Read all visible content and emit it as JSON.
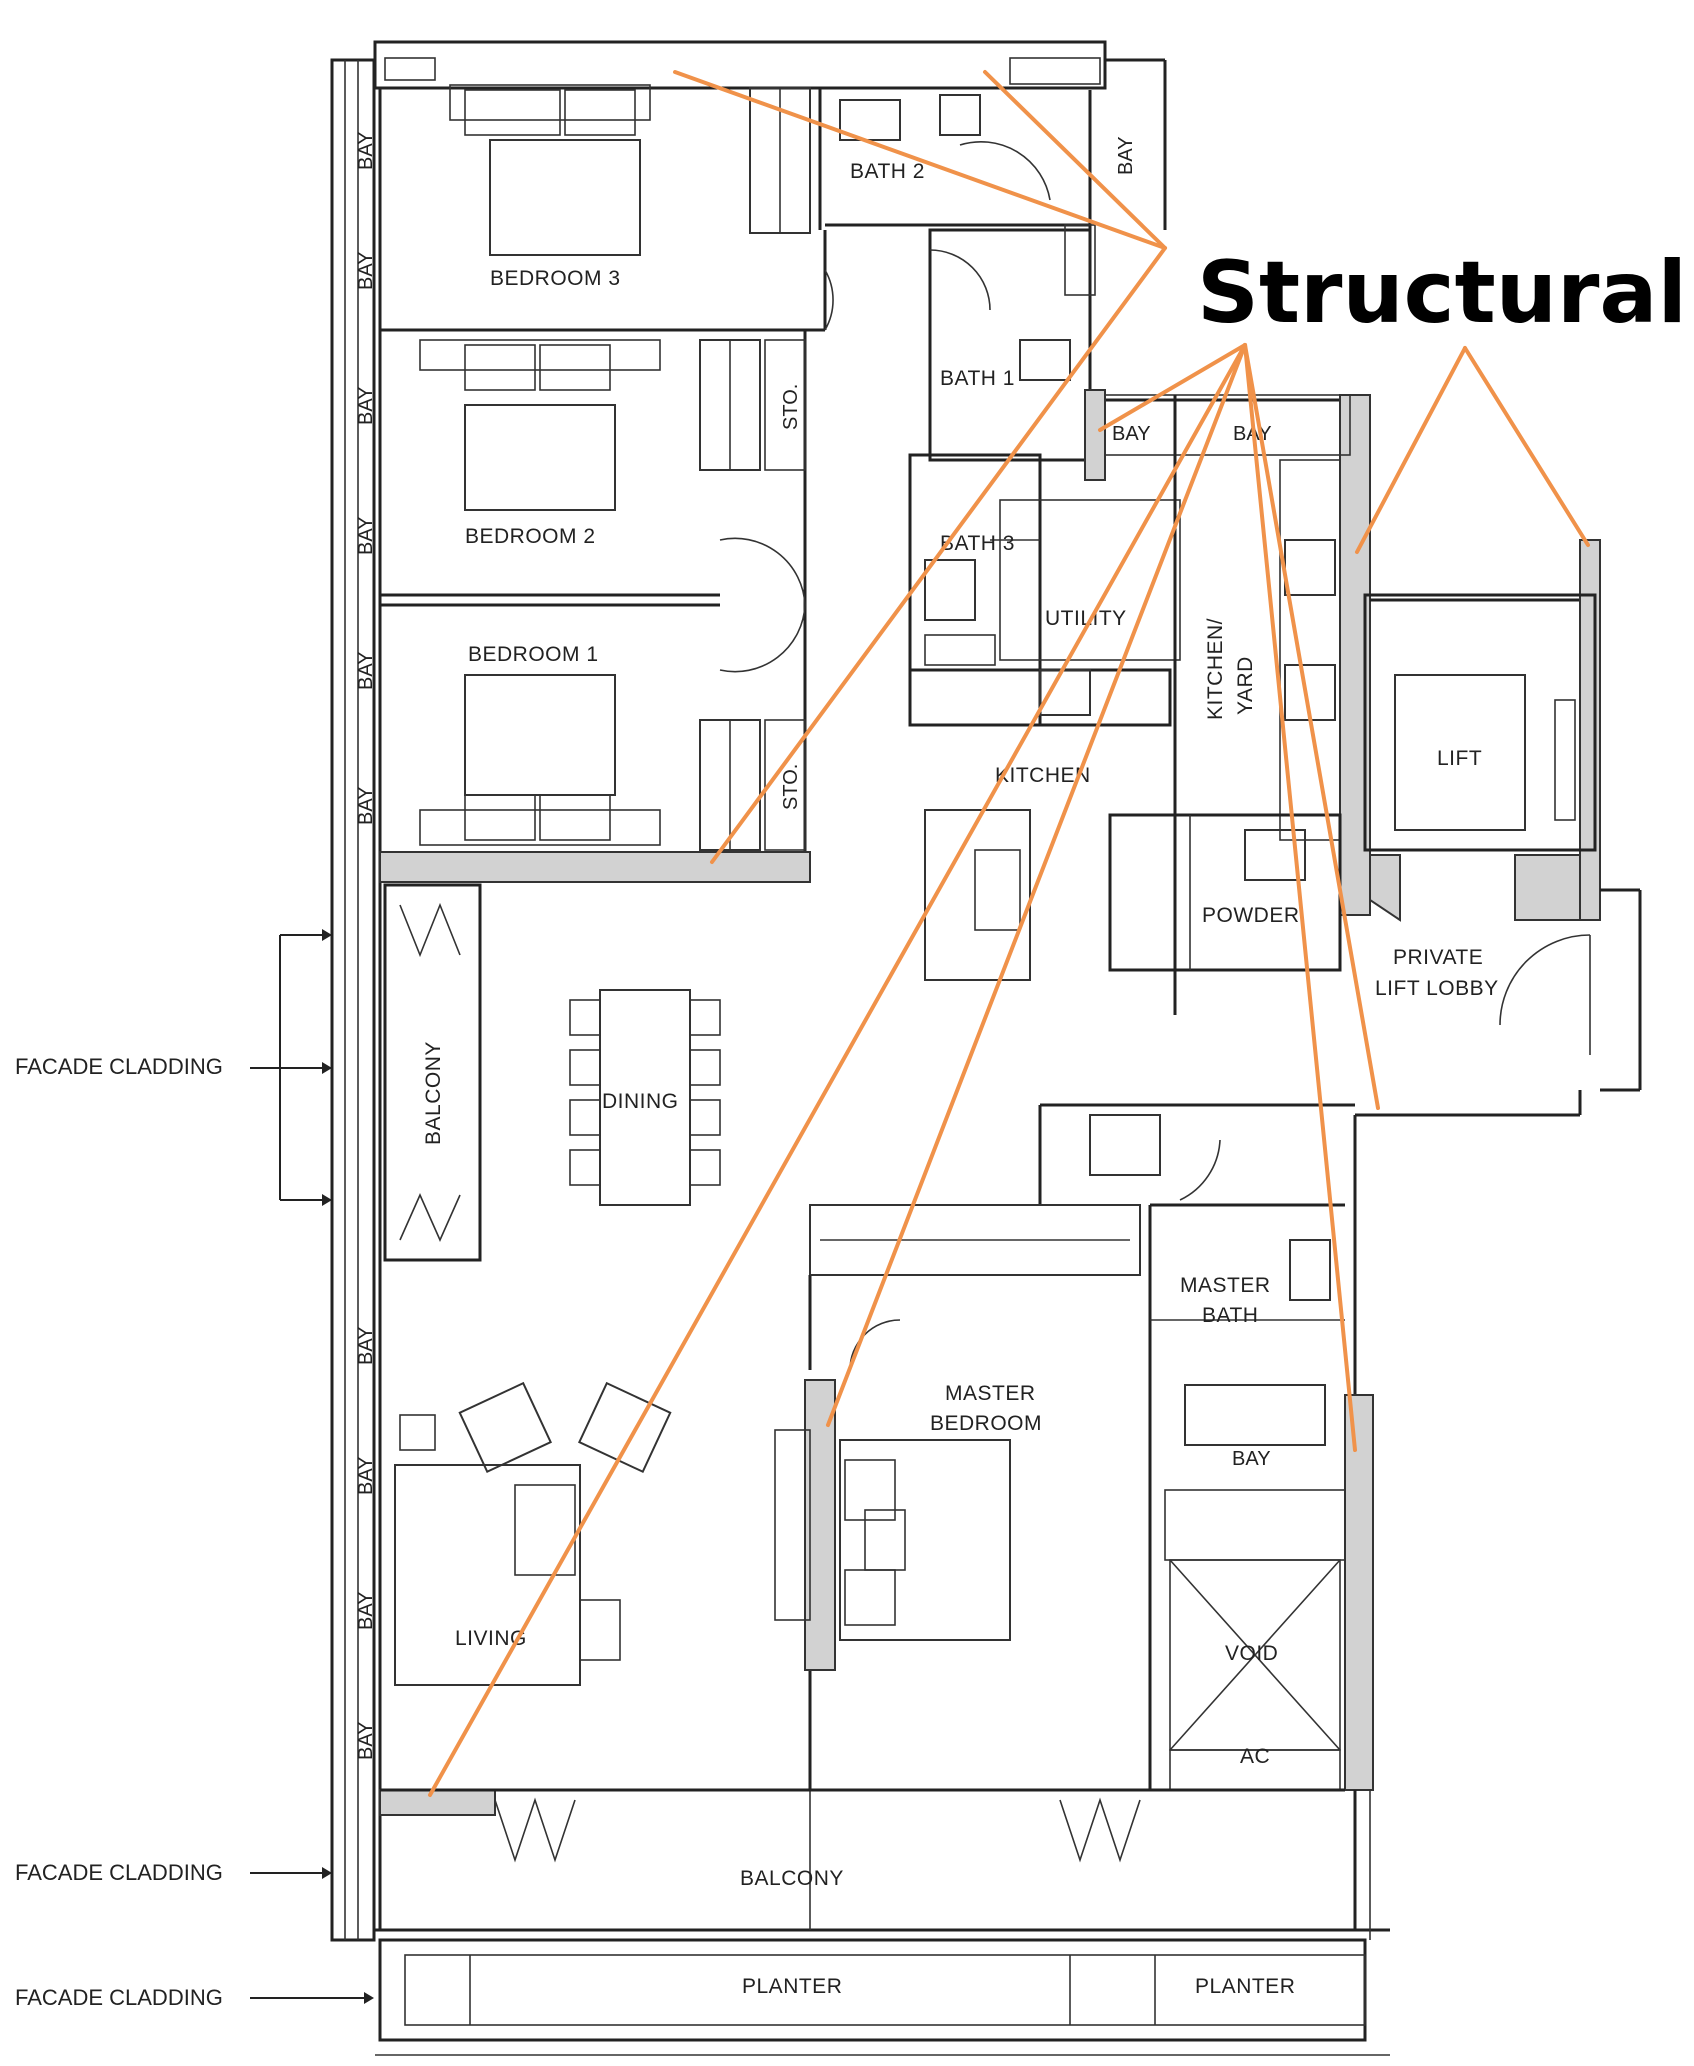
{
  "annotation": {
    "title": "Structural",
    "color": "#f0924a"
  },
  "rooms": {
    "bedroom_3": "BEDROOM 3",
    "bedroom_2": "BEDROOM 2",
    "bedroom_1": "BEDROOM 1",
    "bath_1": "BATH 1",
    "bath_2": "BATH 2",
    "bath_3": "BATH 3",
    "sto_1": "STO.",
    "sto_2": "STO.",
    "utility": "UTILITY",
    "kitchen": "KITCHEN",
    "kitchen_yard": "KITCHEN/",
    "kitchen_yard_2": "YARD",
    "lift": "LIFT",
    "powder": "POWDER",
    "private_lift_lobby_1": "PRIVATE",
    "private_lift_lobby_2": "LIFT LOBBY",
    "dining": "DINING",
    "balcony_side": "BALCONY",
    "balcony_bottom": "BALCONY",
    "living": "LIVING",
    "master_bedroom_1": "MASTER",
    "master_bedroom_2": "BEDROOM",
    "master_bath_1": "MASTER",
    "master_bath_2": "BATH",
    "void": "VOID",
    "ac": "AC",
    "planter_1": "PLANTER",
    "planter_2": "PLANTER"
  },
  "bays": {
    "bay_label": "BAY"
  },
  "cladding": {
    "label_1": "FACADE CLADDING",
    "label_2": "FACADE CLADDING",
    "label_3": "FACADE CLADDING"
  }
}
